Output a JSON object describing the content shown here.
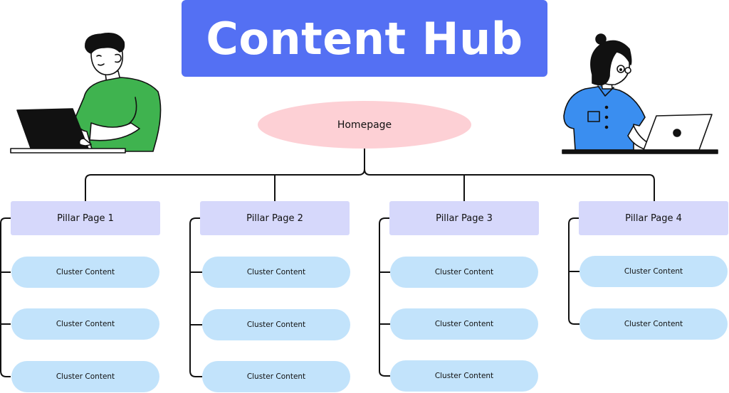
{
  "title": "Content Hub",
  "homepage": {
    "label": "Homepage"
  },
  "pillars": [
    {
      "label": "Pillar Page 1",
      "clusters": [
        "Cluster Content",
        "Cluster Content",
        "Cluster Content"
      ]
    },
    {
      "label": "Pillar Page 2",
      "clusters": [
        "Cluster Content",
        "Cluster Content",
        "Cluster Content"
      ]
    },
    {
      "label": "Pillar Page 3",
      "clusters": [
        "Cluster Content",
        "Cluster Content",
        "Cluster Content"
      ]
    },
    {
      "label": "Pillar Page 4",
      "clusters": [
        "Cluster Content",
        "Cluster Content"
      ]
    }
  ],
  "colors": {
    "title_bg": "#5470f3",
    "homepage_bg": "#fdd0d5",
    "pillar_bg": "#d6d8fb",
    "cluster_bg": "#c2e3fb",
    "connector": "#111111",
    "shirt_green": "#3fb34f",
    "shirt_blue": "#3a8ef0"
  },
  "illustrations": [
    {
      "icon": "man-with-laptop-illustration"
    },
    {
      "icon": "woman-with-laptop-illustration"
    }
  ]
}
